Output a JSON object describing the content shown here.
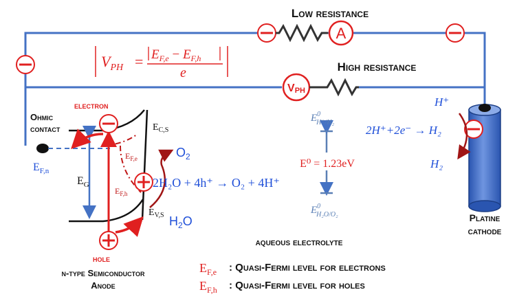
{
  "circuit": {
    "low_resistance_label": "Low resistance",
    "high_resistance_label": "High resistance",
    "ammeter_label": "A",
    "voltmeter_label": "V",
    "voltmeter_sub": "PH"
  },
  "photovoltage_formula": {
    "lhs": "V",
    "lhs_sub": "PH",
    "numerator": "E",
    "num_sub1": "F,e",
    "minus": " − ",
    "num_sub2": "F,h",
    "denominator": "e",
    "equals": "="
  },
  "anode": {
    "ohmic_contact_line1": "Ohmic",
    "ohmic_contact_line2": "contact",
    "electron_label": "electron",
    "hole_label": "hole",
    "efn_label": "E",
    "efn_sub": "F,n",
    "eg_label": "E",
    "eg_sub": "G",
    "ecs_label": "E",
    "ecs_sub": "C,S",
    "evs_label": "E",
    "evs_sub": "V,S",
    "efe_label": "E",
    "efe_sub": "F,e",
    "efh_label": "E",
    "efh_sub": "F,h",
    "o2_label": "O",
    "o2_sub": "2",
    "h2o_label": "H",
    "h2o_sub": "2",
    "h2o_tail": "O",
    "caption_line1": "n-type Semiconductor",
    "caption_line2": "Anode"
  },
  "reactions": {
    "oxidation": "2H₂O + 4h⁺ → O₂ + 4H⁺",
    "reduction": "2H⁺+2e⁻ → H₂"
  },
  "electrolyte": {
    "label": "aqueous electrolyte",
    "e0_top": "E",
    "e0_top_sup": "0",
    "e0_top_sub": "H⁺/H₂",
    "e0_value": "E⁰ = 1.23eV",
    "e0_bottom": "E",
    "e0_bottom_sup": "0",
    "e0_bottom_sub": "H₂O/O₂"
  },
  "cathode": {
    "h_plus": "H⁺",
    "h2": "H₂",
    "caption_line1": "Platine",
    "caption_line2": "cathode"
  },
  "legend": [
    {
      "symbol": "E",
      "sub": "F,e",
      "text": ": Quasi-Fermi level for electrons"
    },
    {
      "symbol": "E",
      "sub": "F,h",
      "text": ": Quasi-Fermi level for holes"
    }
  ],
  "colors": {
    "wire": "#4472c4",
    "red": "#e02020",
    "dark_red": "#b01010",
    "blue_text": "#1f4fd8",
    "grey_blue": "#5a7fb5",
    "cathode_fill": "#3d6ed0"
  }
}
